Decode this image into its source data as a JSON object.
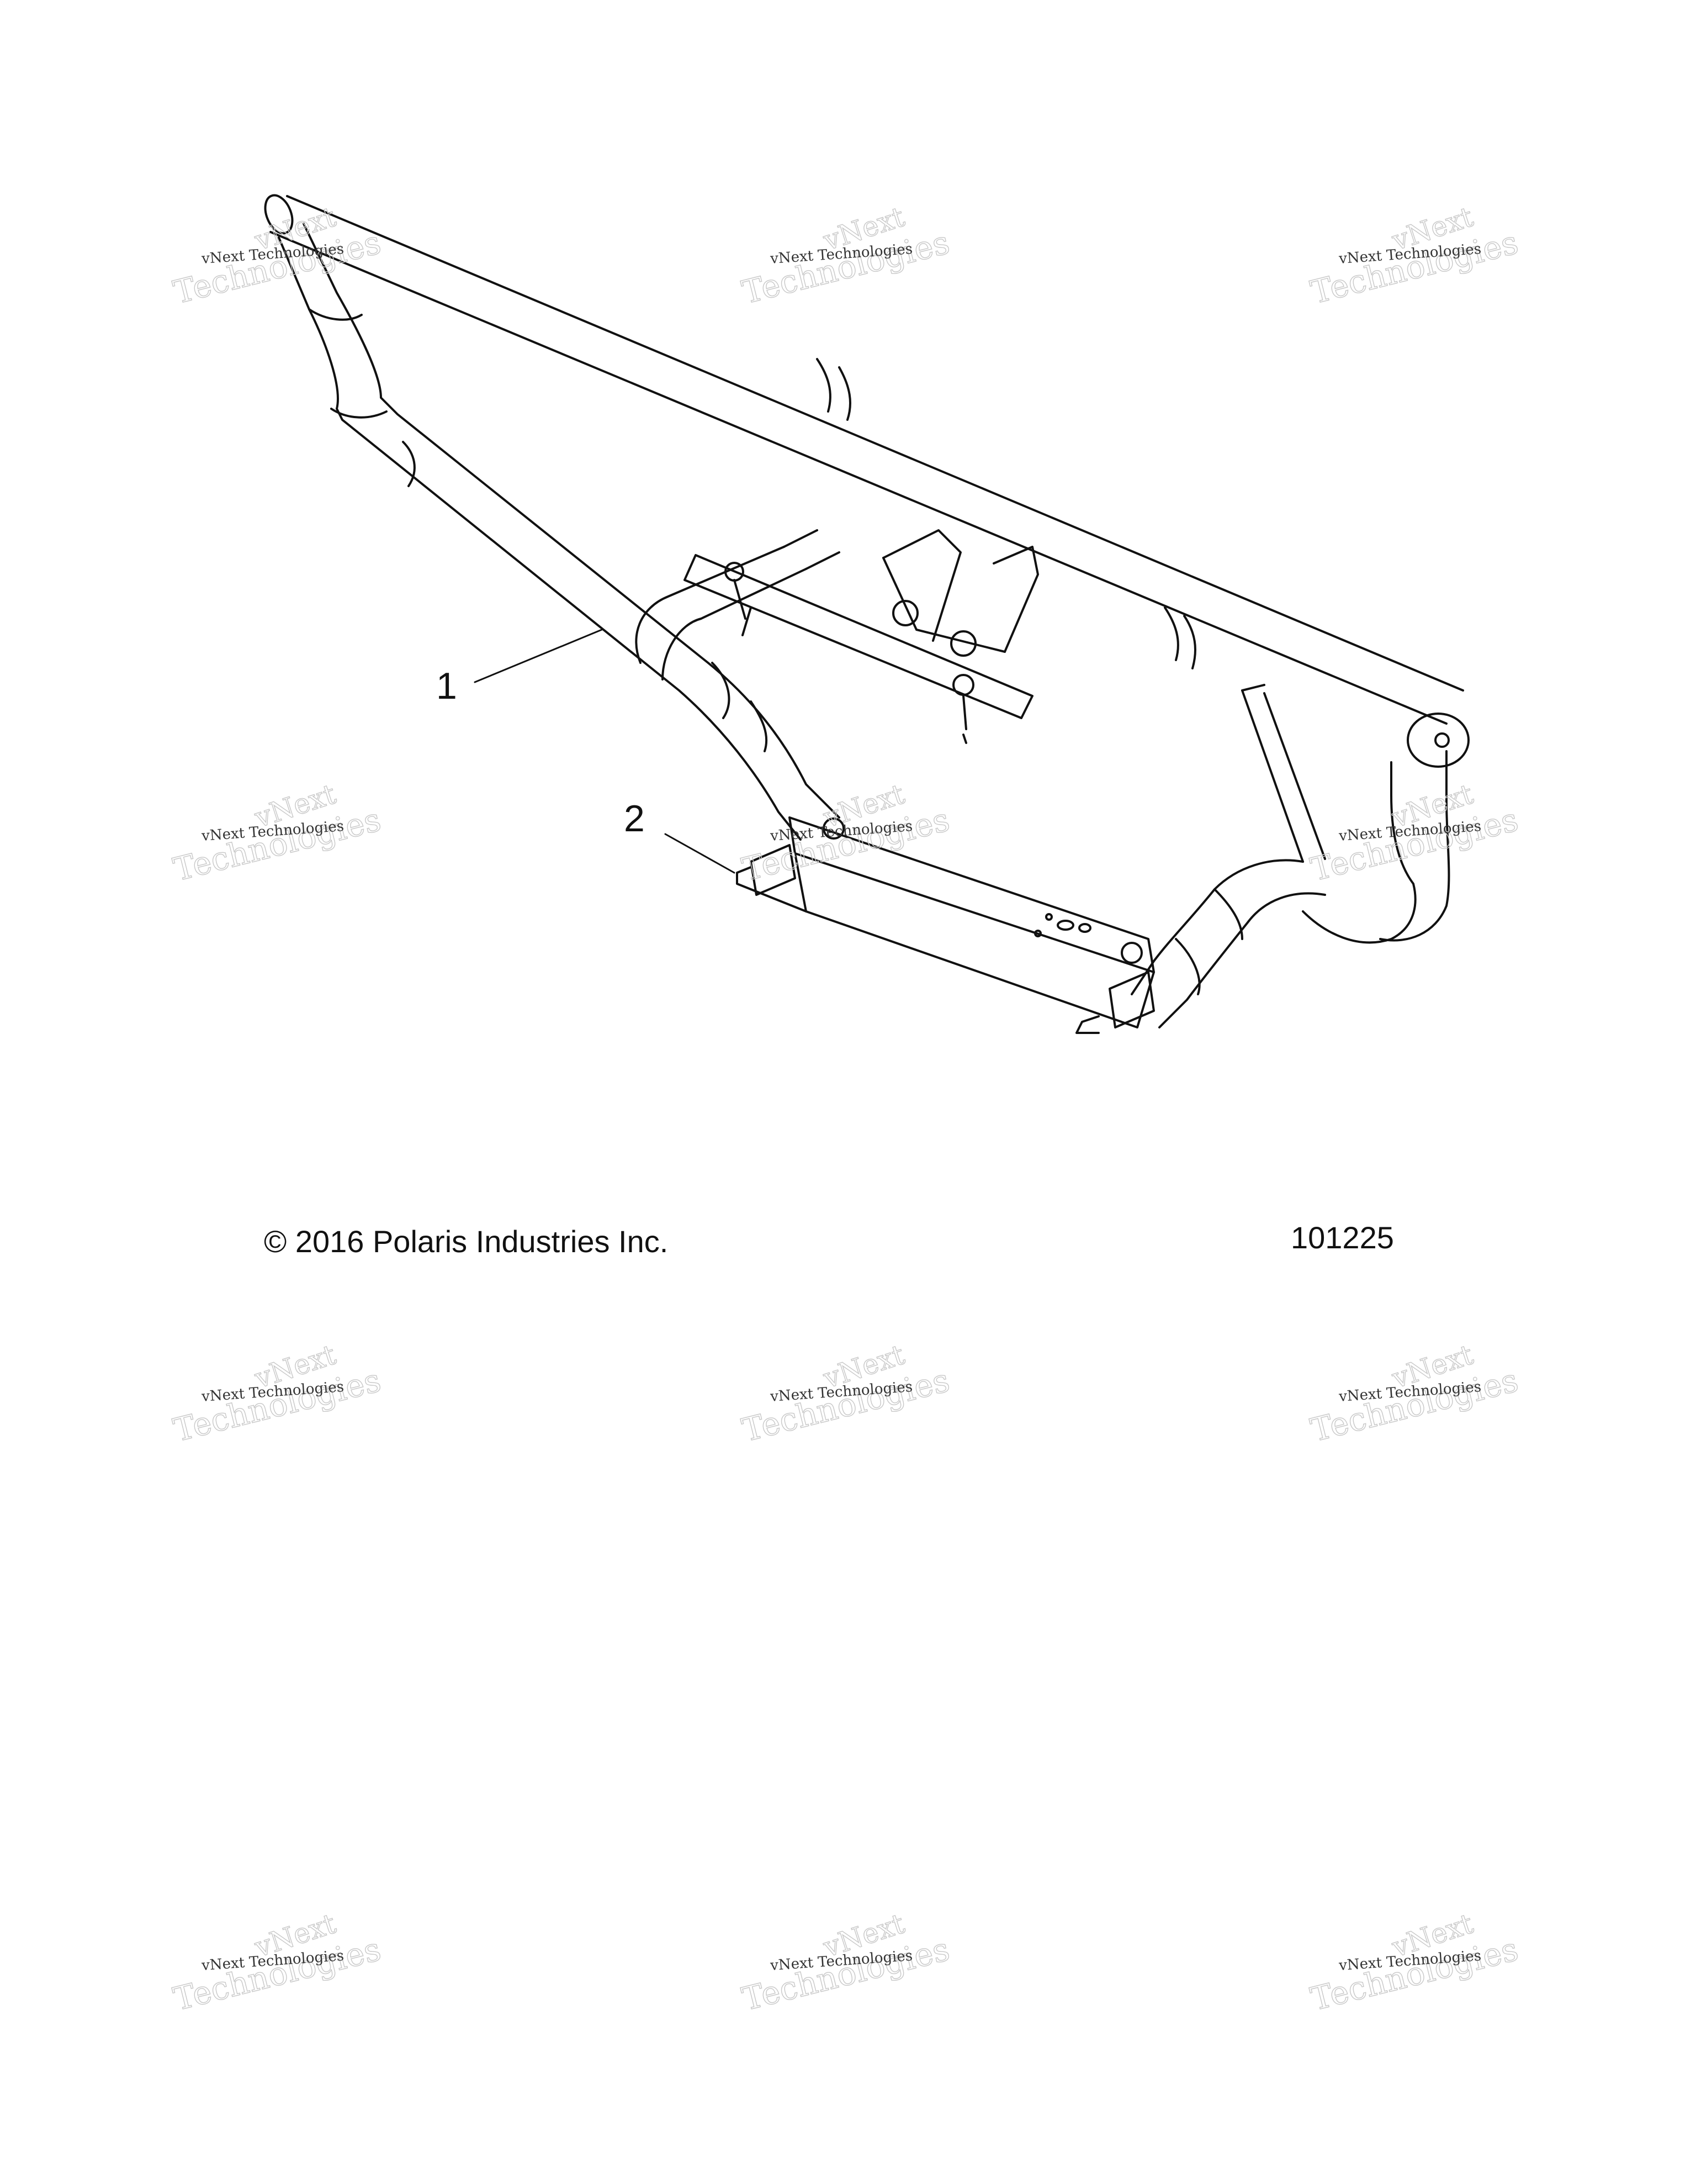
{
  "diagram": {
    "callouts": [
      {
        "number": "1",
        "part": "bumper-frame"
      },
      {
        "number": "2",
        "part": "mounting-bracket"
      }
    ]
  },
  "footer": {
    "copyright": "© 2016 Polaris Industries Inc.",
    "figure_number": "101225"
  },
  "watermark": {
    "line1": "vNext Technologies",
    "line2": "Technologies",
    "line3": "vNext"
  }
}
